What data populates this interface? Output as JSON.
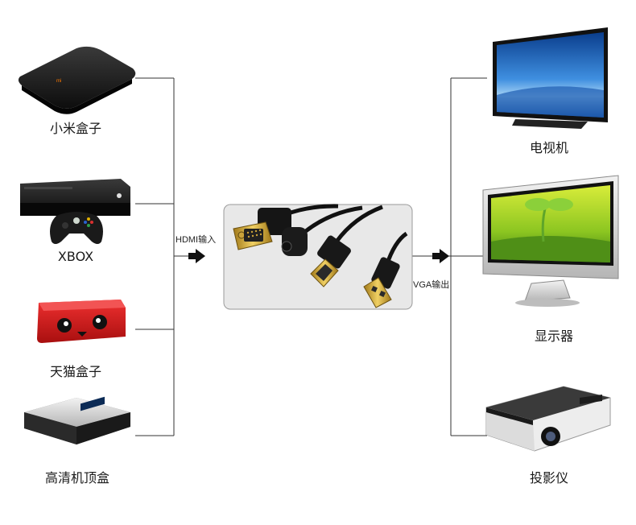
{
  "diagram": {
    "inputs": [
      {
        "label": "小米盒子"
      },
      {
        "label": "XBOX"
      },
      {
        "label": "天猫盒子"
      },
      {
        "label": "高清机顶盒"
      }
    ],
    "outputs": [
      {
        "label": "电视机"
      },
      {
        "label": "显示器"
      },
      {
        "label": "投影仪"
      }
    ],
    "input_port_label": "HDMI输入",
    "output_port_label": "VGA输出",
    "colors": {
      "line": "#333333",
      "box_bg": "#e6e6e6",
      "box_border": "#999999",
      "gold": "#c9a23a",
      "red": "#d01c1c"
    }
  }
}
